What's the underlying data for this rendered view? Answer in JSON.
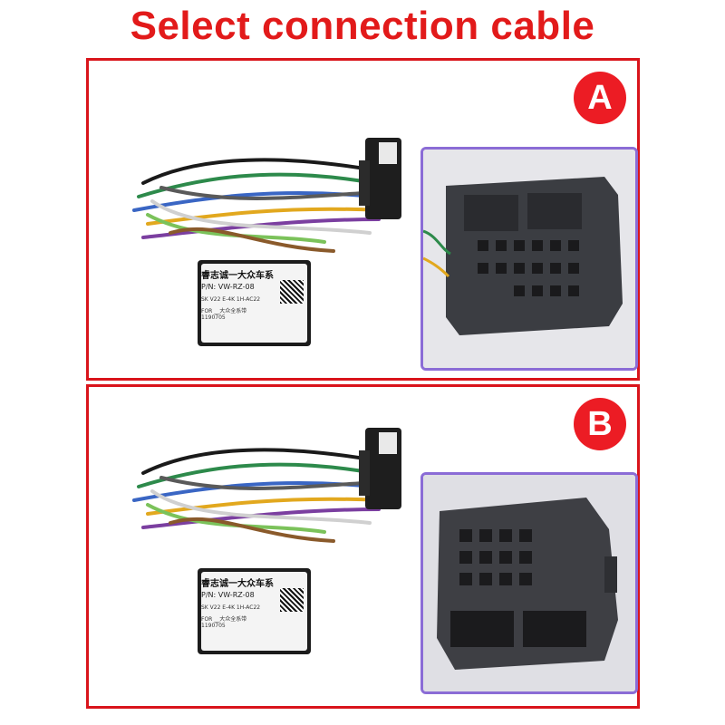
{
  "title": "Select connection cable",
  "options": [
    {
      "badge": "A",
      "module_label": {
        "brand": "睿志诚一大众车系",
        "part_no": "P/N: VW-RZ-08",
        "spec": "SK V22 E-4K 1H-AC22",
        "line": "FOR __大众全系带",
        "code": "1190705"
      }
    },
    {
      "badge": "B",
      "module_label": {
        "brand": "睿志诚一大众车系",
        "part_no": "P/N: VW-RZ-08",
        "spec": "SK V22 E-4K 1H-AC22",
        "line": "FOR __大众全系带",
        "code": "1190705"
      }
    }
  ],
  "colors": {
    "title": "#e21a1a",
    "frame": "#d9141b",
    "badge": "#ec1c24",
    "inset_border": "#8b6cd6"
  }
}
